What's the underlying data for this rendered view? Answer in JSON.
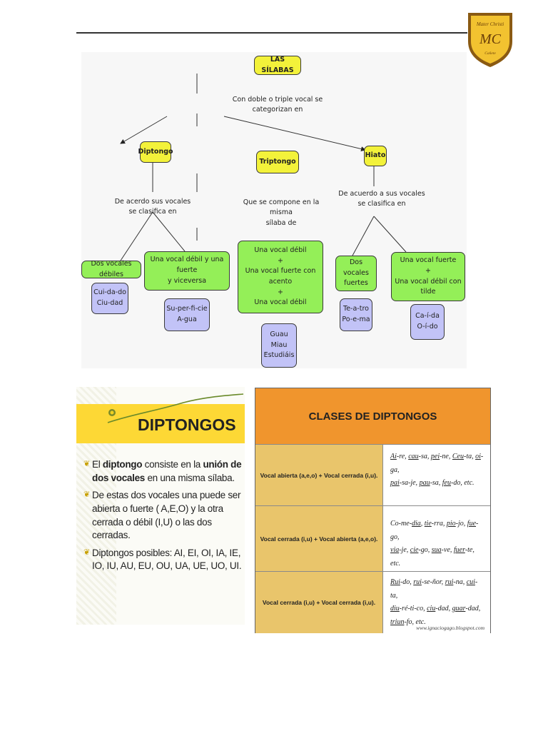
{
  "crest": {
    "line1": "Mater Christi",
    "monogram": "MC",
    "line2": "Cañete"
  },
  "concept_map": {
    "root": "LAS SÍLABAS",
    "root_note": "Con doble o triple vocal se\ncategorizan en",
    "diptongo": {
      "label": "Diptongo",
      "note": "De acerdo sus vocales\nse clasifica en",
      "types": [
        {
          "label": "Dos vocales débiles",
          "example": "Cui-da-do\nCiu-dad"
        },
        {
          "label": "Una vocal débil y una fuerte\ny viceversa",
          "example": "Su-per-fi-cie\nA-gua"
        }
      ]
    },
    "triptongo": {
      "label": "Triptongo",
      "note": "Que se compone en la misma\nsílaba de",
      "type": "Una vocal débil\n+\nUna vocal fuerte con acento\n+\nUna vocal débil",
      "example": "Guau\nMiau\nEstudiáis"
    },
    "hiato": {
      "label": "Hiato",
      "note": "De acuerdo a sus vocales\nse clasifica en",
      "types": [
        {
          "label": "Dos vocales\nfuertes",
          "example": "Te-a-tro\nPo-e-ma"
        },
        {
          "label": "Una vocal fuerte\n+\nUna vocal débil con tilde",
          "example": "Ca-í-da\nO-í-do"
        }
      ]
    }
  },
  "diptongos_slide": {
    "title": "DIPTONGOS",
    "bullets": [
      [
        "El ",
        "diptongo",
        " consiste en la ",
        "unión de dos vocales",
        " en una misma sílaba."
      ],
      [
        "De estas dos vocales una puede ser abierta  o fuerte ( A,E,O) y la otra cerrada o débil (I,U) o las dos cerradas."
      ],
      [
        "Diptongos posibles: AI,  EI,  OI,  IA, IE, IO, IU, AU, EU, OU, UA, UE, UO, UI."
      ]
    ]
  },
  "clases_table": {
    "title": "CLASES DE DIPTONGOS",
    "rows": [
      {
        "label": "Vocal abierta (a,e,o)  + Vocal cerrada (i,u).",
        "examples": [
          [
            "Ai",
            "-re, "
          ],
          [
            "cau",
            "-sa, "
          ],
          [
            "pei",
            "-ne, "
          ],
          [
            "Ceu",
            "-ta, "
          ],
          [
            "oi",
            "-ga,"
          ],
          [
            "",
            "\n"
          ],
          [
            "pai",
            "-sa-je, "
          ],
          [
            "pau",
            "-sa, "
          ],
          [
            "feu",
            "-do, etc."
          ]
        ]
      },
      {
        "label": "Vocal cerrada (i,u)  +  Vocal abierta (a,e,o).",
        "examples": [
          [
            "",
            "Co-me-"
          ],
          [
            "dia",
            ",   "
          ],
          [
            "tie",
            "-rra,   "
          ],
          [
            "pio",
            "-jo,   "
          ],
          [
            "fue",
            "-go,"
          ],
          [
            "",
            "\n"
          ],
          [
            "via",
            "-je, "
          ],
          [
            "cie",
            "-go, "
          ],
          [
            "sua",
            "-ve, "
          ],
          [
            "fuer",
            "-te, etc."
          ]
        ]
      },
      {
        "label": "Vocal cerrada (i,u) + Vocal cerrada (i,u).",
        "examples": [
          [
            "Rui",
            "-do, "
          ],
          [
            "rui",
            "-se-ñor, "
          ],
          [
            "rui",
            "-na, "
          ],
          [
            "cui",
            "-ta,"
          ],
          [
            "",
            "\n"
          ],
          [
            "diu",
            "-ré-ti-co, "
          ],
          [
            "ciu",
            "-dad, "
          ],
          [
            "guar",
            "-dad,"
          ],
          [
            "",
            "\n"
          ],
          [
            "triun",
            "-fo, etc."
          ]
        ]
      }
    ],
    "watermark": "www.ignaciogago.blogspot.com"
  }
}
